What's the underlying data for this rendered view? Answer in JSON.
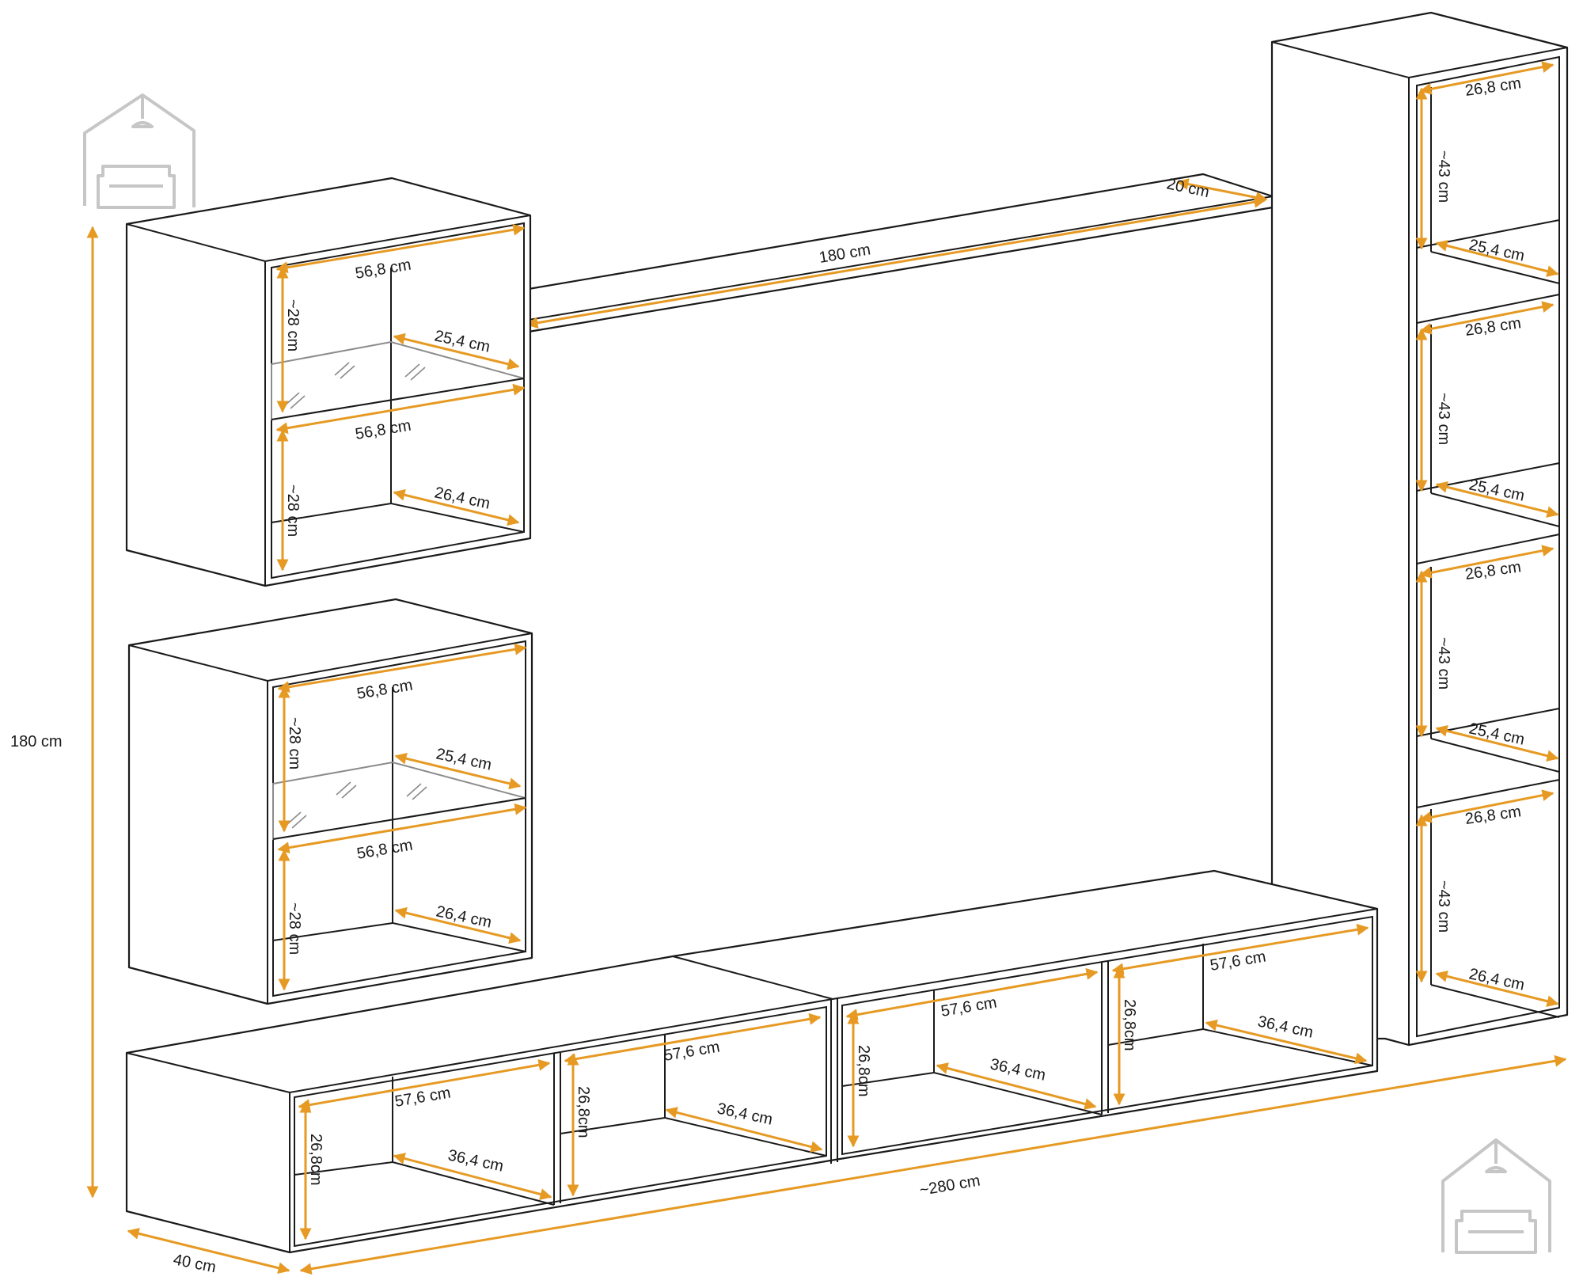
{
  "colors": {
    "dimension": "#e69a23",
    "outline": "#1a1a1a",
    "glass": "#8c8c8c",
    "logo": "#c6c6c6"
  },
  "icons": [
    "house-sofa-logo-icon"
  ],
  "overall": {
    "height": "180 cm",
    "width": "~280 cm",
    "depth": "40 cm"
  },
  "shelf": {
    "length": "180 cm",
    "depth": "20 cm"
  },
  "upper_cabinet": {
    "width_top": "56,8 cm",
    "width_mid": "56,8 cm",
    "height_top": "~28 cm",
    "height_bottom": "~28 cm",
    "depth_glass": "25,4 cm",
    "depth_bottom": "26,4 cm"
  },
  "lower_cabinet": {
    "width_top": "56,8 cm",
    "width_mid": "56,8 cm",
    "height_top": "~28 cm",
    "height_bottom": "~28 cm",
    "depth_glass": "25,4 cm",
    "depth_bottom": "26,4 cm"
  },
  "tall_cabinet": {
    "width": "26,8 cm",
    "height": "~43 cm",
    "depth": "25,4 cm",
    "depth_bottom": "26,4 cm"
  },
  "tv_unit": {
    "width": "57,6 cm",
    "height": "26,8cm",
    "depth": "36,4 cm"
  }
}
